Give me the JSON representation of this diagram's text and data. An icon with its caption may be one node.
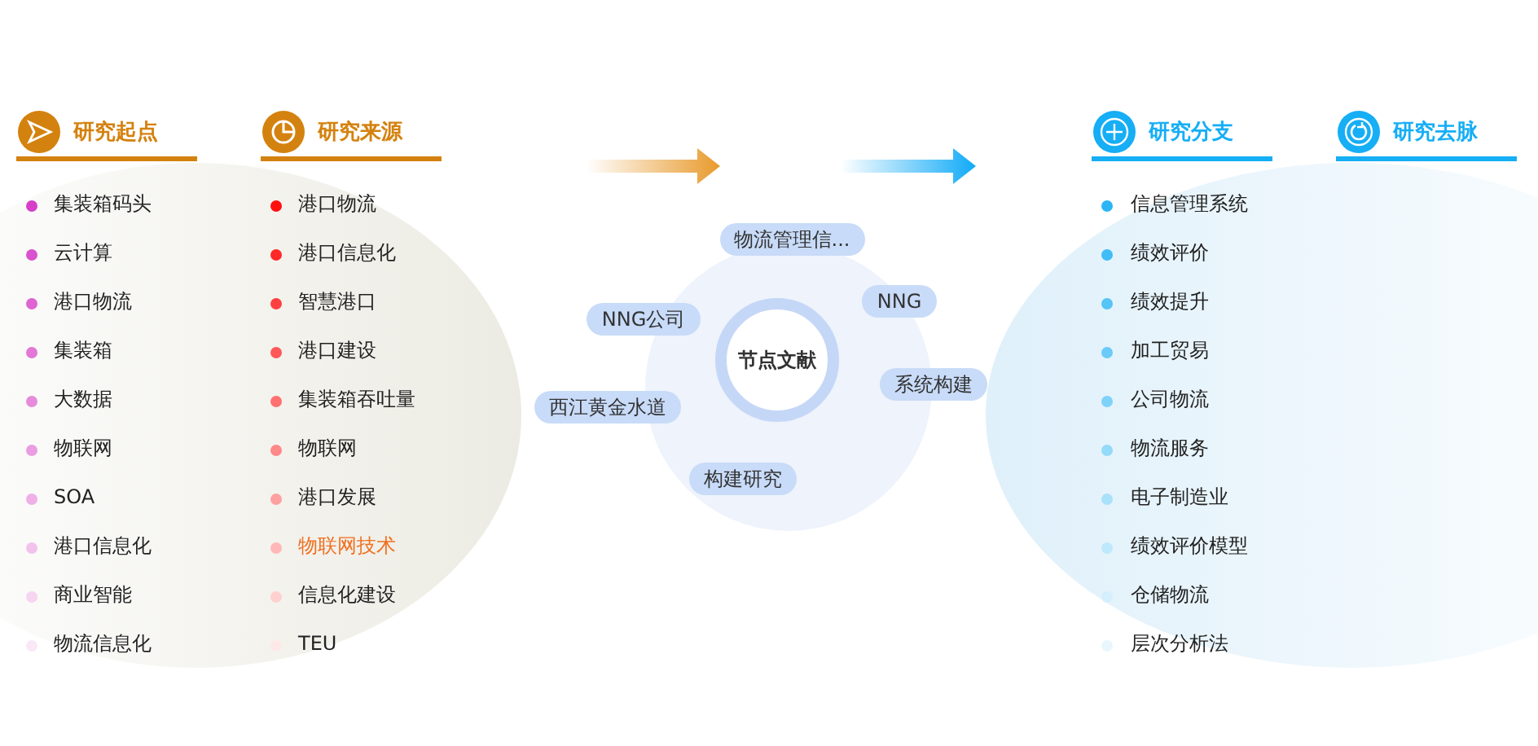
{
  "diagram": {
    "nodes": [
      {
        "text": [
          "节点文献"
        ]
      },
      {
        "text": [
          "物流管理信..."
        ]
      },
      {
        "text": [
          "NNG"
        ]
      },
      {
        "text": [
          "NNG公司"
        ]
      },
      {
        "text": [
          "系统构建"
        ]
      },
      {
        "text": [
          "西江黄金水道"
        ]
      },
      {
        "text": [
          "构建研究"
        ]
      }
    ],
    "labels": [
      "研究起点",
      "研究来源",
      "研究分支",
      "研究去脉",
      "集装箱码头",
      "云计算",
      "港口物流",
      "集装箱",
      "大数据",
      "物联网",
      "SOA",
      "港口信息化",
      "商业智能",
      "物流信息化",
      "港口物流",
      "港口信息化",
      "智慧港口",
      "港口建设",
      "集装箱吞吐量",
      "物联网",
      "港口发展",
      "物联网技术",
      "信息化建设",
      "TEU",
      "信息管理系统",
      "绩效评价",
      "绩效提升",
      "加工贸易",
      "公司物流",
      "物流服务",
      "电子制造业",
      "绩效评价模型",
      "仓储物流",
      "层次分析法"
    ]
  }
}
